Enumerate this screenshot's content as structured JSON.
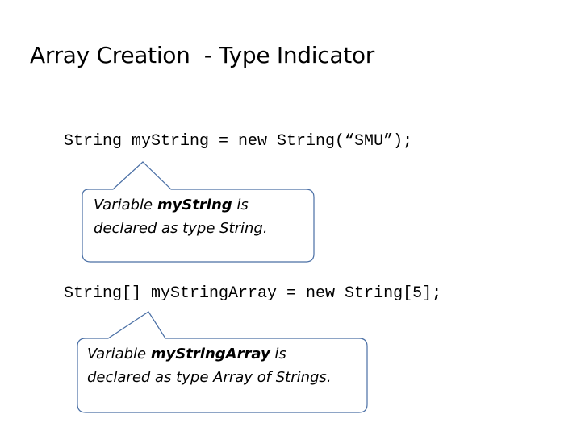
{
  "title": "Array Creation  - Type Indicator",
  "examples": [
    {
      "code": "String myString = new String(“SMU”);",
      "callout": {
        "prefix": "Variable ",
        "name": "myString",
        "middle": " is",
        "line2_prefix": "declared as type ",
        "type": "String",
        "suffix": "."
      }
    },
    {
      "code": "String[] myStringArray = new String[5];",
      "callout": {
        "prefix": "Variable ",
        "name": "myStringArray",
        "middle": " is",
        "line2_prefix": "declared as type ",
        "type": "Array of Strings",
        "suffix": "."
      }
    }
  ]
}
